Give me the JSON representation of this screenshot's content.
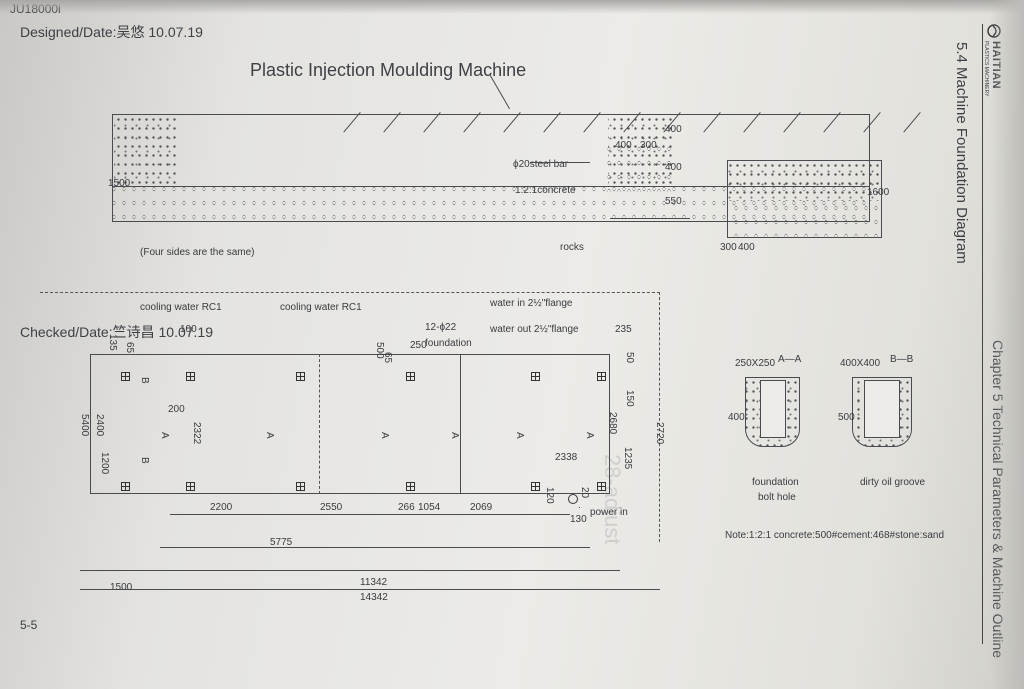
{
  "header": {
    "brand": "HAITIAN",
    "brand_sub": "PLASTICS MACHINERY",
    "chapter": "Chapter 5 Technical Parameters & Machine Outline",
    "section": "5.4 Machine Foundation Diagram"
  },
  "footer": {
    "designed": "Designed/Date:吴悠 10.07.19",
    "checked": "Checked/Date:竺诗昌 10.07.19",
    "page_no": "5-5",
    "doc_code": "JU18000i"
  },
  "elevation": {
    "title": "Plastic Injection Moulding Machine",
    "steel_bar": "ϕ20steel bar",
    "concrete": "1:2:1concrete",
    "rocks": "rocks",
    "four_sides": "(Four sides are the same)",
    "dim_1500": "1500",
    "dim_400_top": "400",
    "dim_300_top": "300",
    "dim_400_side": "400",
    "dim_400_mid": "400",
    "dim_550": "550"
  },
  "side_section": {
    "dim_1600": "1600",
    "dim_300": "300",
    "dim_400": "400"
  },
  "plan": {
    "cooling_water_1": "cooling water RC1",
    "cooling_water_2": "cooling water RC1",
    "water_in": "water in 2½\"flange",
    "water_out": "water out 2½\"flange",
    "bolts": "12-ϕ22",
    "foundation": "foundation",
    "power_in": "power in",
    "dims": {
      "d100": "100",
      "d135": "135",
      "d65a": "65",
      "d500": "500",
      "d65b": "65",
      "d250": "250",
      "d235": "235",
      "d50": "50",
      "d150": "150",
      "d200": "200",
      "d5400": "5400",
      "d2400": "2400",
      "d2322": "2322",
      "d1200": "1200",
      "d2680": "2680",
      "d2720": "2720",
      "d1235": "1235",
      "d2338": "2338",
      "d120": "120",
      "d20": "20",
      "d130": "130",
      "d2200": "2200",
      "d2550": "2550",
      "d266": "266",
      "d1054": "1054",
      "d2069": "2069",
      "d5775": "5775",
      "d11342": "11342",
      "d1500": "1500",
      "d14342": "14342"
    },
    "sec_a": "A",
    "sec_b": "B"
  },
  "details": {
    "aa_title": "A—A",
    "aa_size": "250X250",
    "aa_depth": "400",
    "aa_caption_1": "foundation",
    "aa_caption_2": "bolt hole",
    "bb_title": "B—B",
    "bb_size": "400X400",
    "bb_depth": "500",
    "bb_caption": "dirty oil groove"
  },
  "note": "Note:1:2:1 concrete:500#cement:468#stone:sand",
  "watermark": "28-adjust"
}
